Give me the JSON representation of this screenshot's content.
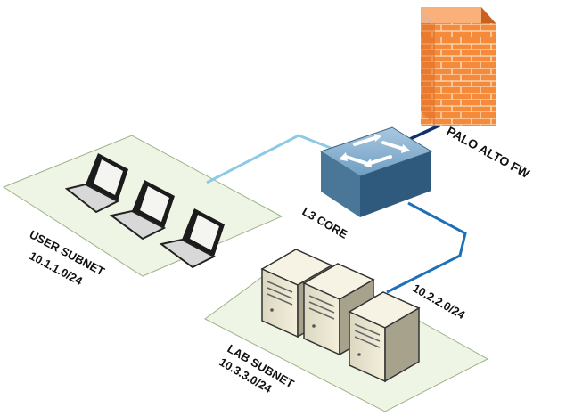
{
  "firewall": {
    "label": "PALO ALTO FW"
  },
  "core_switch": {
    "label": "L3 CORE"
  },
  "user_subnet": {
    "label": "USER SUBNET",
    "network": "10.1.1.0/24"
  },
  "lab_subnet": {
    "label": "LAB SUBNET",
    "network": "10.3.3.0/24"
  },
  "core_to_lab_link": {
    "network": "10.2.2.0/24"
  },
  "colors": {
    "platform": "#eef5e4",
    "link_light": "#8ecae6",
    "link_blue": "#1e6fb8",
    "link_dark": "#12306b",
    "firewall": "#f58a3a",
    "switch": "#5f8fb3"
  }
}
